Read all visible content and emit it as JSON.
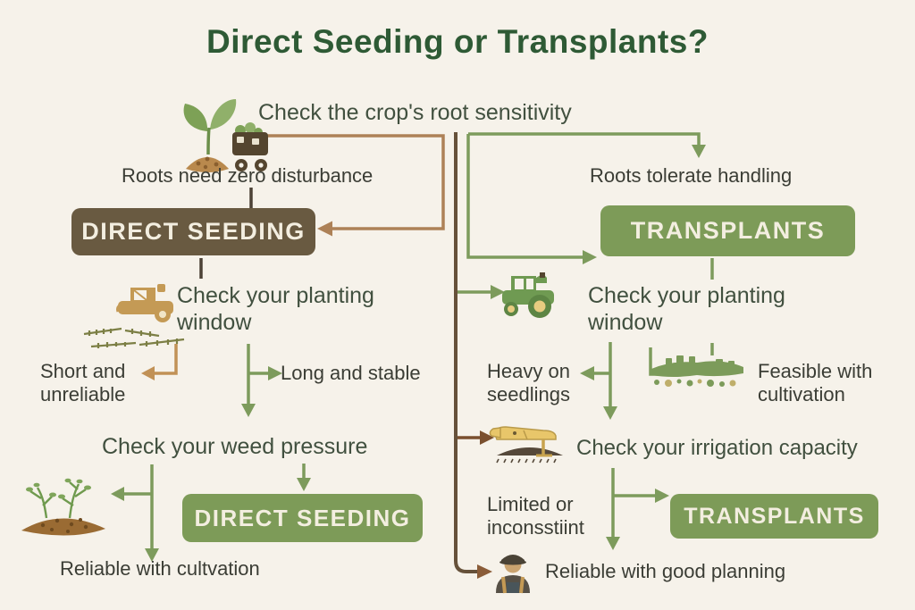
{
  "title": "Direct Seeding or Transplants?",
  "root_sensitivity": {
    "heading": "Check the crop's root sensitivity",
    "left_branch_label": "Roots need zero disturbance",
    "right_branch_label": "Roots tolerate handling",
    "left_result": "DIRECT SEEDING",
    "right_result": "TRANSPLANTS"
  },
  "left_path": {
    "planting_window": {
      "heading": "Check your planting window",
      "short_label": "Short and unreliable",
      "long_label": "Long and stable"
    },
    "weed_pressure": {
      "heading": "Check your weed pressure",
      "result": "DIRECT SEEDING",
      "outcome": "Reliable with cultvation"
    }
  },
  "right_path": {
    "planting_window": {
      "heading": "Check your planting window",
      "heavy_label": "Heavy on seedlings",
      "feasible_label": "Feasible with cultivation"
    },
    "irrigation": {
      "heading": "Check your irrigation capacity",
      "limited_label": "Limited or inconsstiint",
      "result": "TRANSPLANTS",
      "outcome": "Reliable with good planning"
    }
  },
  "icons": {
    "seedling_cart": "seedling-and-harvest-cart-icon",
    "tractor_tan": "tan-tractor-icon",
    "field_rows": "field-rows-sketch-icon",
    "tractor_green": "green-tractor-icon",
    "seeder_row": "seedling-row-icon",
    "irrigation": "irrigation-boom-icon",
    "soil_plants": "soil-with-plants-icon",
    "farmer": "farmer-icon"
  },
  "colors": {
    "background": "#f6f2ea",
    "title_green": "#2e5a35",
    "heading_green": "#41503f",
    "body_text": "#3b3d35",
    "box_brown": "#695a41",
    "box_green": "#7d9b58",
    "box_text": "#f3eee0",
    "line_green": "#7d9b5c",
    "line_light_brown": "#ad8157",
    "line_dark_brown": "#66513a",
    "line_tan": "#c19156"
  }
}
